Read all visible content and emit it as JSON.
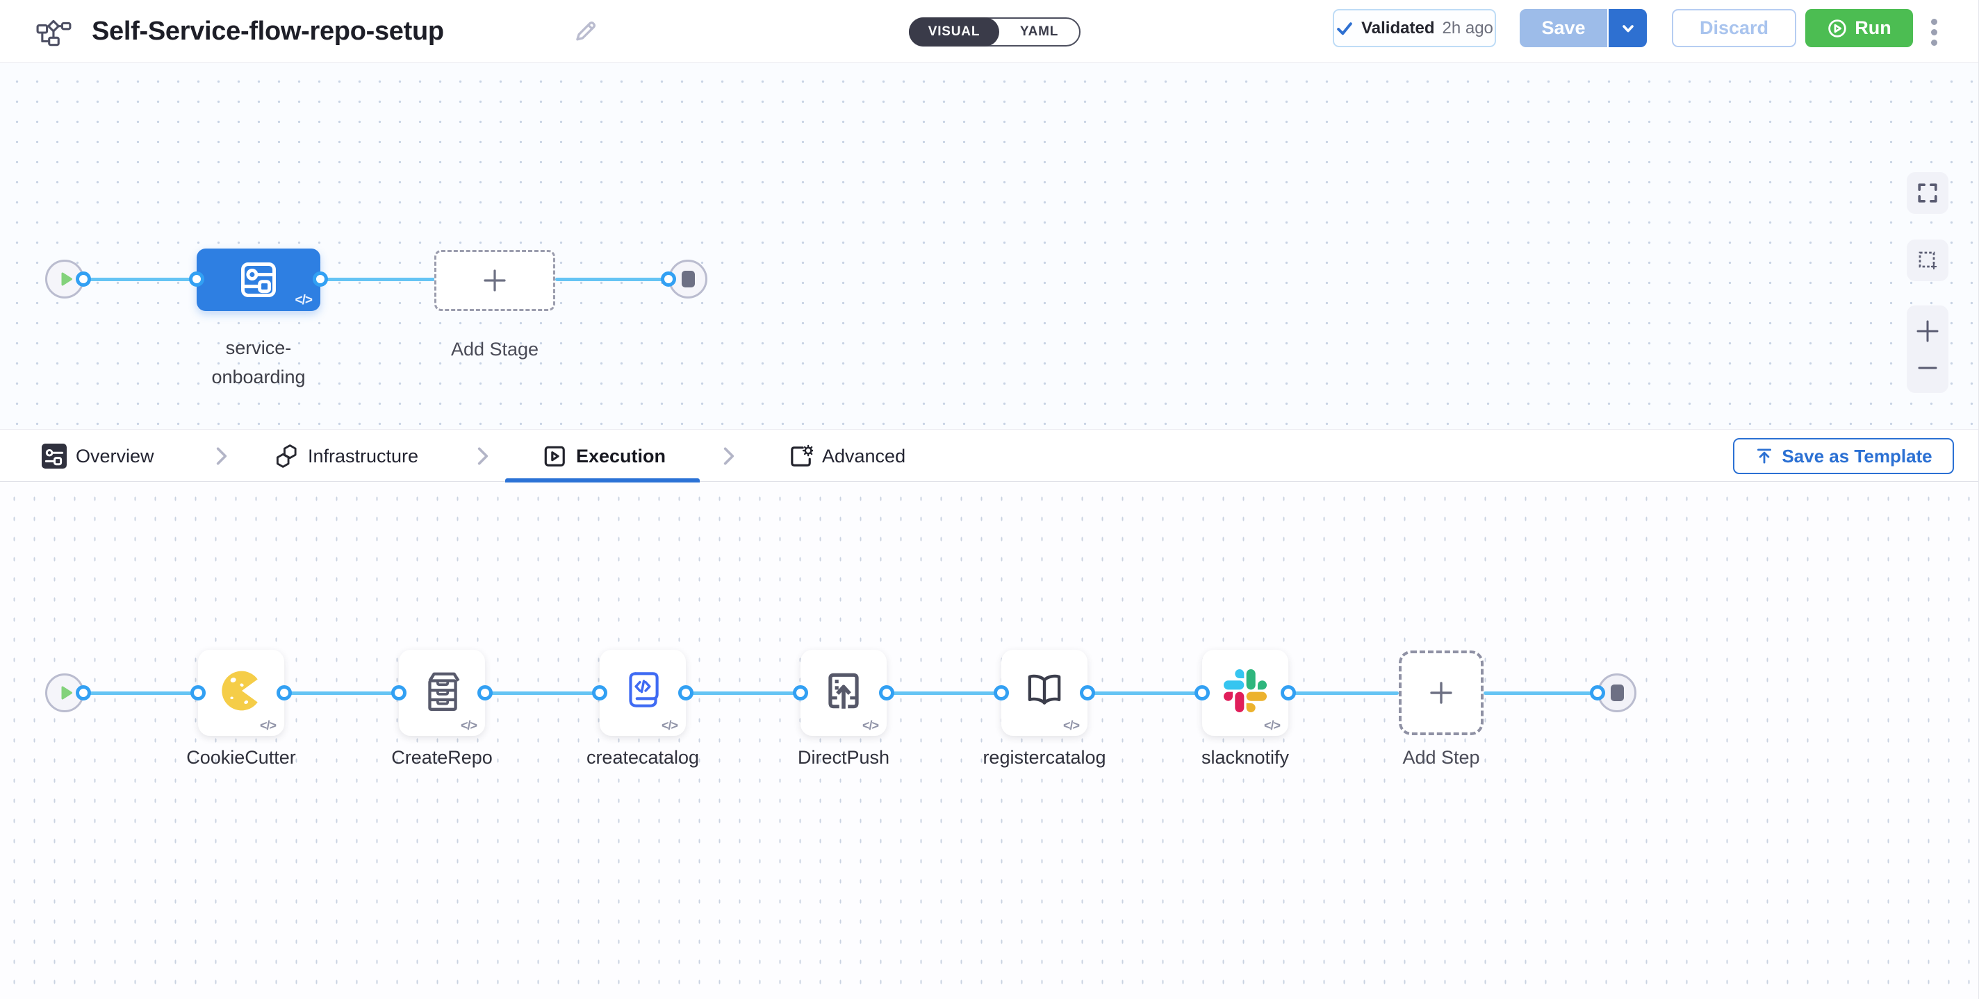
{
  "header": {
    "title": "Self-Service-flow-repo-setup",
    "view_toggle": {
      "visual_label": "VISUAL",
      "yaml_label": "YAML",
      "selected": "VISUAL"
    },
    "validation_badge": {
      "status_label": "Validated",
      "time_ago": "2h ago"
    },
    "save_label": "Save",
    "discard_label": "Discard",
    "run_label": "Run"
  },
  "stage_canvas": {
    "stage_label": "service-onboarding",
    "add_stage_label": "Add Stage",
    "code_badge": "</>"
  },
  "tab_bar": {
    "tabs": [
      {
        "label": "Overview",
        "active": false
      },
      {
        "label": "Infrastructure",
        "active": false
      },
      {
        "label": "Execution",
        "active": true
      },
      {
        "label": "Advanced",
        "active": false
      }
    ],
    "save_as_template_label": "Save as Template"
  },
  "execution_canvas": {
    "steps": [
      {
        "label": "CookieCutter",
        "icon": "cookie-icon"
      },
      {
        "label": "CreateRepo",
        "icon": "drawer-cabinet-icon"
      },
      {
        "label": "createcatalog",
        "icon": "code-scroll-icon"
      },
      {
        "label": "DirectPush",
        "icon": "push-upload-icon"
      },
      {
        "label": "registercatalog",
        "icon": "open-book-icon"
      },
      {
        "label": "slacknotify",
        "icon": "slack-icon"
      }
    ],
    "add_step_label": "Add Step",
    "code_badge": "</>"
  },
  "colors": {
    "accent_blue": "#2e70d1",
    "stage_blue": "#2e7fe2",
    "edge_blue": "#65c4f4",
    "port_ring_blue": "#32a0f3",
    "run_green": "#4cbd52",
    "tab_underline_blue": "#2b72d6",
    "cookie_yellow": "#f5cd48",
    "slack_palette": [
      "#36C5F0",
      "#2EB67D",
      "#ECB22E",
      "#E01E5A"
    ]
  }
}
